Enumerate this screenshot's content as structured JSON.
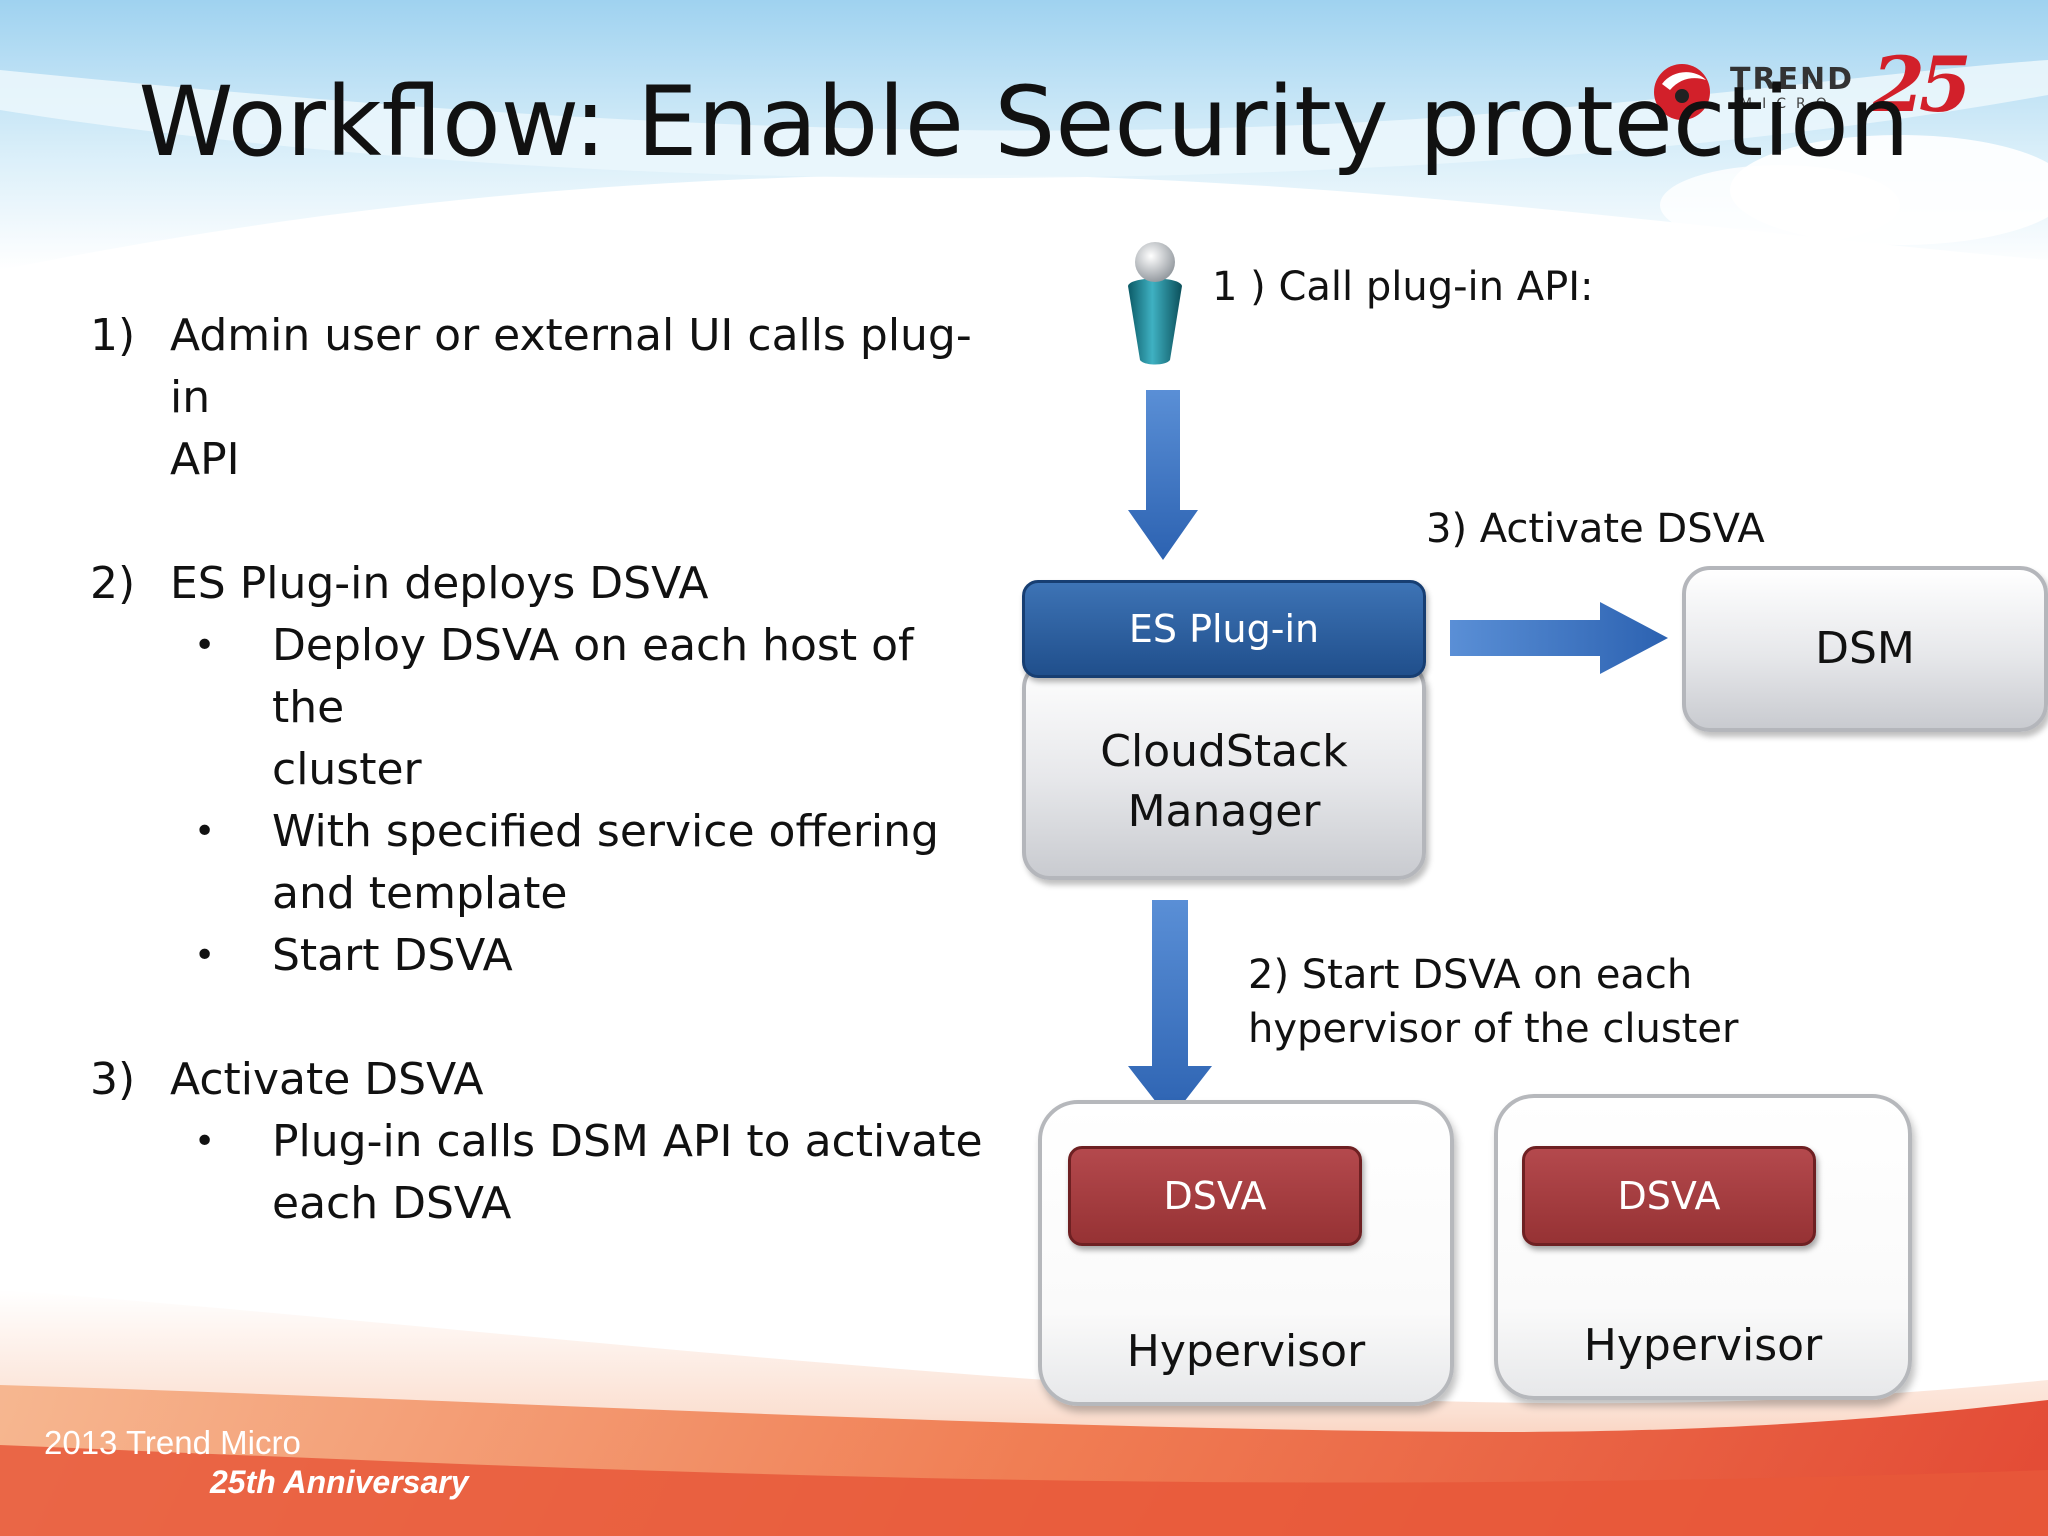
{
  "slide": {
    "title": "Workflow: Enable Security protection",
    "logo": {
      "brand": "TREND",
      "brand_sub": "MICRO",
      "anniversary_mark": "25"
    },
    "steps": [
      {
        "num": "1)",
        "text_lines": [
          "Admin user or external UI calls plug-in",
          "API"
        ],
        "bullets": []
      },
      {
        "num": "2)",
        "text_lines": [
          "ES Plug-in deploys DSVA"
        ],
        "bullets": [
          [
            "Deploy DSVA on each host of the",
            "cluster"
          ],
          [
            "With specified service offering",
            "and template"
          ],
          [
            "Start DSVA"
          ]
        ]
      },
      {
        "num": "3)",
        "text_lines": [
          "Activate DSVA"
        ],
        "bullets": [
          [
            "Plug-in calls DSM API to activate",
            "each DSVA"
          ]
        ]
      }
    ],
    "bullet_glyph": "•",
    "diagram": {
      "labels": {
        "call_api": "1 ) Call plug-in API:",
        "activate": "3) Activate DSVA",
        "start_line1": "2) Start DSVA on each",
        "start_line2": "hypervisor of the cluster"
      },
      "nodes": {
        "es_plugin": "ES Plug-in",
        "manager_line1": "CloudStack",
        "manager_line2": "Manager",
        "dsm": "DSM",
        "dsva_1": "DSVA",
        "dsva_2": "DSVA",
        "hypervisor_1": "Hypervisor",
        "hypervisor_2": "Hypervisor"
      },
      "icons": {
        "person": "admin-user-icon"
      },
      "colors": {
        "arrow_blue": "#3a74c4",
        "plugin_blue": "#24528f",
        "dsva_red": "#a23b3e"
      }
    },
    "footer": {
      "line1": "2013 Trend Micro",
      "line2": "25th Anniversary"
    }
  }
}
